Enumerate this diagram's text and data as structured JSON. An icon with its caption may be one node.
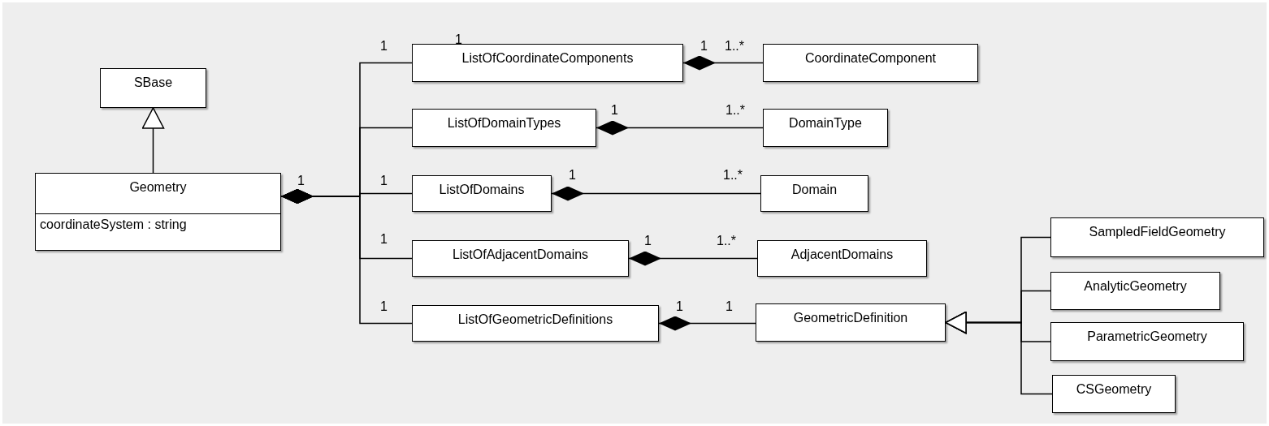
{
  "diagram": {
    "nodes": [
      {
        "text": [
          "SBase"
        ]
      },
      {
        "text": [
          "Geometry",
          "coordinateSystem : string"
        ]
      },
      {
        "text": [
          "ListOfCoordinateComponents"
        ]
      },
      {
        "text": [
          "CoordinateComponent"
        ]
      },
      {
        "text": [
          "ListOfDomainTypes"
        ]
      },
      {
        "text": [
          "DomainType"
        ]
      },
      {
        "text": [
          "ListOfDomains"
        ]
      },
      {
        "text": [
          "Domain"
        ]
      },
      {
        "text": [
          "ListOfAdjacentDomains"
        ]
      },
      {
        "text": [
          "AdjacentDomains"
        ]
      },
      {
        "text": [
          "ListOfGeometricDefinitions"
        ]
      },
      {
        "text": [
          "GeometricDefinition"
        ]
      },
      {
        "text": [
          "SampledFieldGeometry"
        ]
      },
      {
        "text": [
          "AnalyticGeometry"
        ]
      },
      {
        "text": [
          "ParametricGeometry"
        ]
      },
      {
        "text": [
          "CSGeometry"
        ]
      }
    ],
    "edges": [
      {
        "from": 1,
        "to": 0,
        "arrow": "to"
      },
      {
        "from": 1,
        "to": 2,
        "arrow": "other"
      },
      {
        "from": 1,
        "to": 4,
        "arrow": "other"
      },
      {
        "from": 1,
        "to": 6,
        "arrow": "other"
      },
      {
        "from": 1,
        "to": 8,
        "arrow": "other"
      },
      {
        "from": 1,
        "to": 10,
        "arrow": "other"
      },
      {
        "from": 2,
        "to": 3,
        "arrow": "other"
      },
      {
        "from": 4,
        "to": 5,
        "arrow": "other"
      },
      {
        "from": 6,
        "to": 7,
        "arrow": "other"
      },
      {
        "from": 8,
        "to": 9,
        "arrow": "other"
      },
      {
        "from": 10,
        "to": 11,
        "arrow": "other"
      },
      {
        "from": 12,
        "to": 11,
        "arrow": "to"
      },
      {
        "from": 13,
        "to": 11,
        "arrow": "to"
      },
      {
        "from": 14,
        "to": 11,
        "arrow": "to"
      },
      {
        "from": 15,
        "to": 11,
        "arrow": "to"
      }
    ],
    "labels": [
      "1",
      "1",
      "1",
      "1..*",
      "1",
      "1..*",
      "1",
      "1",
      "1",
      "1..*",
      "1",
      "1",
      "1..*",
      "1",
      "1",
      "1"
    ]
  }
}
